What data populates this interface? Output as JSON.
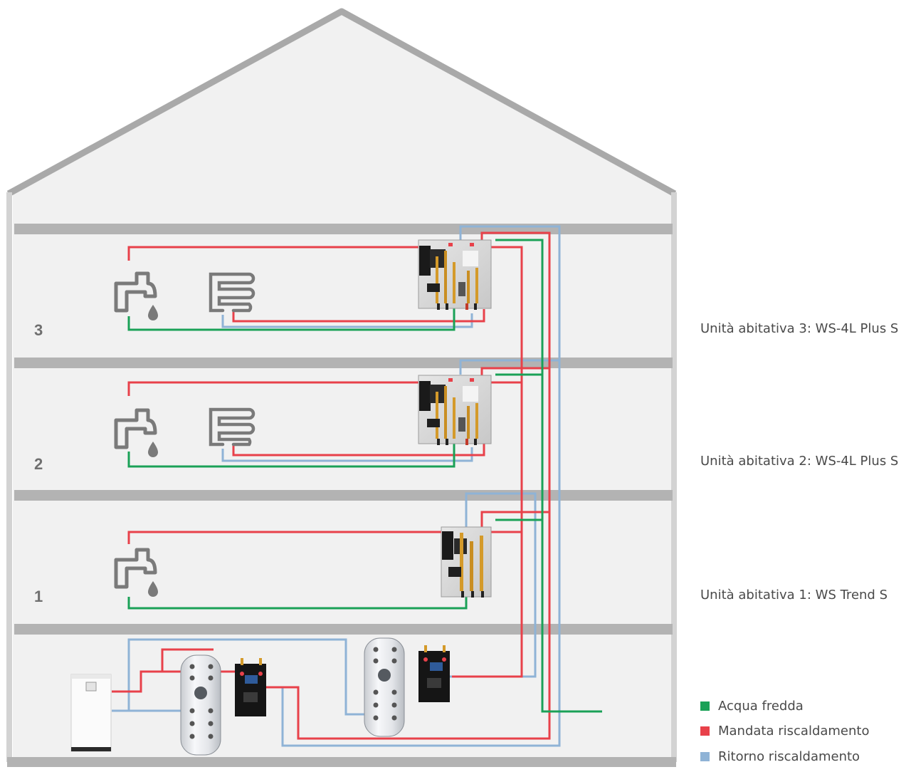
{
  "floors": [
    {
      "number": "3",
      "unit_label": "Unità abitativa 3: WS-4L Plus S"
    },
    {
      "number": "2",
      "unit_label": "Unità abitativa 2: WS-4L Plus S"
    },
    {
      "number": "1",
      "unit_label": "Unità abitativa 1: WS Trend S"
    }
  ],
  "legend": [
    {
      "label": "Acqua fredda",
      "color": "#1aa157"
    },
    {
      "label": "Mandata riscaldamento",
      "color": "#e8414a"
    },
    {
      "label": "Ritorno riscaldamento",
      "color": "#8fb3d6"
    }
  ],
  "colors": {
    "cold_water": "#1aa157",
    "heating_supply": "#e8414a",
    "heating_return": "#8fb3d6",
    "building_outline": "#a9a9a9",
    "floor_slab": "#b3b3b3",
    "room_fill": "#f1f1f1"
  },
  "icons": [
    "house-outline",
    "tap-with-drop-icon",
    "radiator-coil-icon",
    "apartment-station-icon",
    "heat-pump-icon",
    "buffer-tank-icon",
    "pump-group-icon"
  ]
}
